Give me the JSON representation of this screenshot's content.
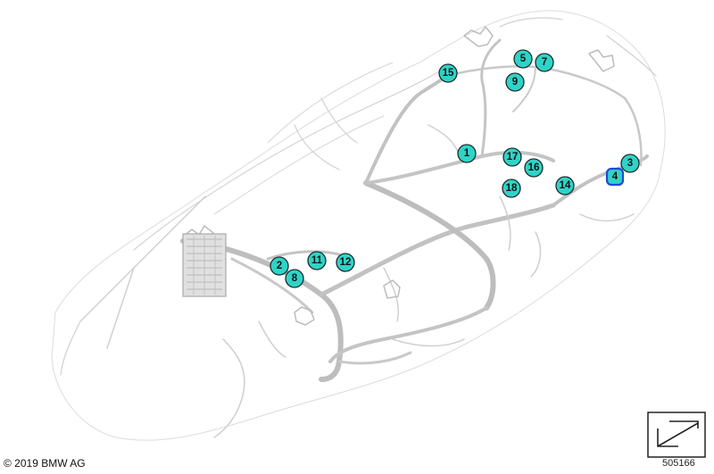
{
  "footer": {
    "copyright": "© 2019 BMW AG",
    "diagram_number": "505166"
  },
  "colors": {
    "callout_fill": "#2fd3c7",
    "active_outline": "#1f4bd6",
    "harness": "#c9c9c9"
  },
  "callouts": [
    {
      "id": "c15",
      "label": "15",
      "active": false
    },
    {
      "id": "c5",
      "label": "5",
      "active": false
    },
    {
      "id": "c7",
      "label": "7",
      "active": false
    },
    {
      "id": "c9",
      "label": "9",
      "active": false
    },
    {
      "id": "c1",
      "label": "1",
      "active": false
    },
    {
      "id": "c17",
      "label": "17",
      "active": false
    },
    {
      "id": "c16",
      "label": "16",
      "active": false
    },
    {
      "id": "c18",
      "label": "18",
      "active": false
    },
    {
      "id": "c14",
      "label": "14",
      "active": false
    },
    {
      "id": "c3",
      "label": "3",
      "active": false
    },
    {
      "id": "c4",
      "label": "4",
      "active": true
    },
    {
      "id": "c2",
      "label": "2",
      "active": false
    },
    {
      "id": "c11",
      "label": "11",
      "active": false
    },
    {
      "id": "c12",
      "label": "12",
      "active": false
    },
    {
      "id": "c8",
      "label": "8",
      "active": false
    }
  ],
  "orientation_icon": "arrow-direction-icon"
}
